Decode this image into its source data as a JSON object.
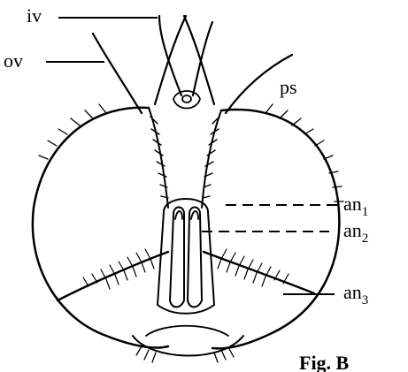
{
  "figure": {
    "caption": "Fig. B",
    "labels": {
      "iv": "iv",
      "ov": "ov",
      "ps": "ps",
      "an1": {
        "base": "an",
        "sub": "1"
      },
      "an2": {
        "base": "an",
        "sub": "2"
      },
      "an3": {
        "base": "an",
        "sub": "3"
      }
    }
  }
}
